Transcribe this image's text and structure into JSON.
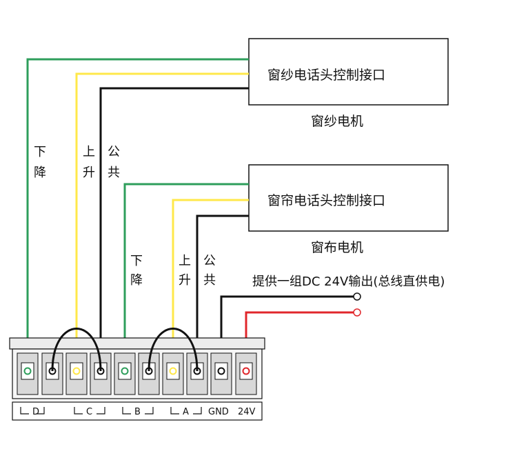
{
  "colors": {
    "green": "#2e9e5b",
    "yellow": "#ffe84a",
    "black": "#111111",
    "red": "#e0262b",
    "terminal_gray": "#d8d8d8",
    "strip_gray": "#c8c8c8"
  },
  "screen_box": {
    "label": "窗纱电话头控制接口",
    "motor": "窗纱电机"
  },
  "curtain_box": {
    "label": "窗帘电话头控制接口",
    "motor": "窗布电机"
  },
  "wire_labels": {
    "down_1": "下",
    "down_2": "降",
    "up_1": "上",
    "up_2": "升",
    "common_1": "公",
    "common_2": "共"
  },
  "power_note": "提供一组DC 24V输出(总线直供电)",
  "terminal_labels": {
    "d": "D",
    "c": "C",
    "b": "B",
    "a": "A",
    "gnd": "GND",
    "v24": "24V"
  }
}
